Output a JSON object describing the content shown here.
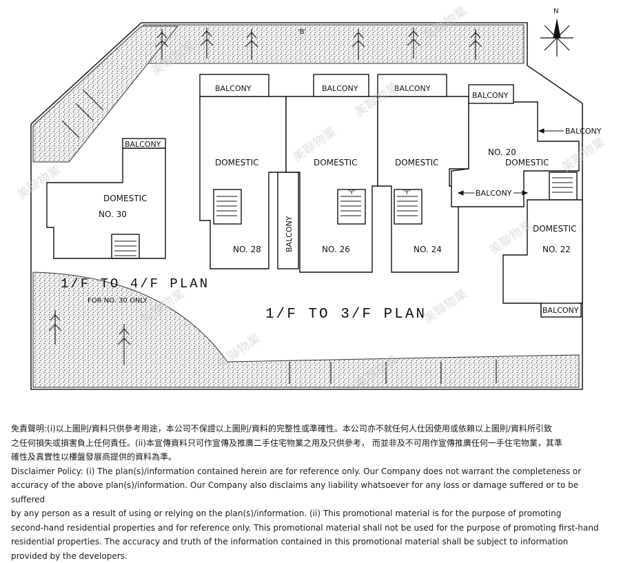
{
  "compass": {
    "label": "N"
  },
  "units": {
    "no30": {
      "balcony": "BALCONY",
      "domestic": "DOMESTIC",
      "number": "NO. 30"
    },
    "no28": {
      "balcony": "BALCONY",
      "domestic": "DOMESTIC",
      "number": "NO. 28"
    },
    "no26": {
      "balcony": "BALCONY",
      "domestic": "DOMESTIC",
      "number": "NO. 26",
      "stair_tag": "'Y'"
    },
    "no24": {
      "balcony": "BALCONY",
      "domestic": "DOMESTIC",
      "number": "NO. 24",
      "stair_tag": "'Y'"
    },
    "no20": {
      "balcony_top": "BALCONY",
      "balcony_right": "BALCONY",
      "number": "NO. 20",
      "domestic": "DOMESTIC",
      "balcony_mid": "BALCONY"
    },
    "no22": {
      "domestic": "DOMESTIC",
      "number": "NO. 22",
      "balcony": "BALCONY"
    },
    "shared_balcony": "BALCONY"
  },
  "plans": {
    "left_title": "1/F TO 4/F PLAN",
    "left_subtitle": "FOR NO. 30 ONLY",
    "main_title": "1/F TO 3/F PLAN"
  },
  "watermark": "美聯物業",
  "disclaimer": {
    "zh_1": "免責聲明:(i)以上圖則/資料只供參考用途，本公司不保證以上圖則/資料的完整性或準確性。本公司亦不就任何人仕因使用或依賴以上圖則/資料所引致",
    "zh_2": "之任何損失或損害負上任何責任。(ii)本宣傳資料只可作宣傳及推廣二手住宅物業之用及只供參考， 而並非及不可用作宣傳推廣任何一手住宅物業，其準",
    "zh_3": "確性及真實性以樓盤發展商提供的資料為準。",
    "en_1": "Disclaimer Policy: (i) The plan(s)/information contained herein are for reference only. Our Company does not warrant the completeness or",
    "en_2": "accuracy of the above plan(s)/information. Our Company also disclaims any liability whatsoever for any loss or damage suffered or to be suffered",
    "en_3": "by any person as a result of using or relying on the plan(s)/information. (ii) This promotional material is for the purpose of promoting",
    "en_4": "second-hand residential properties and for reference only. This promotional material shall not be used for the purpose of promoting first-hand",
    "en_5": "residential properties. The accuracy and truth of the information contained in this promotional material shall be subject to information",
    "en_6": "provided by the developers."
  }
}
